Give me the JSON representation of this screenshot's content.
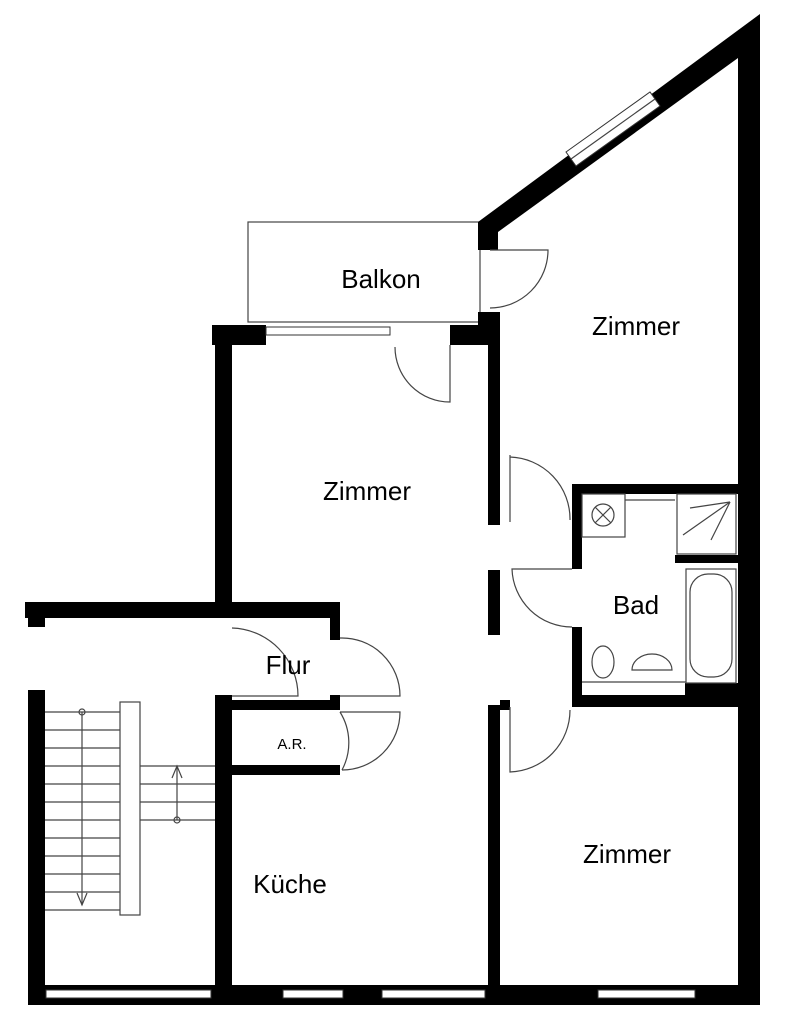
{
  "rooms": {
    "balkon": "Balkon",
    "zimmer_top_right": "Zimmer",
    "zimmer_middle": "Zimmer",
    "bad": "Bad",
    "flur": "Flur",
    "abstellraum": "A.R.",
    "kueche": "Küche",
    "zimmer_bottom_right": "Zimmer"
  }
}
